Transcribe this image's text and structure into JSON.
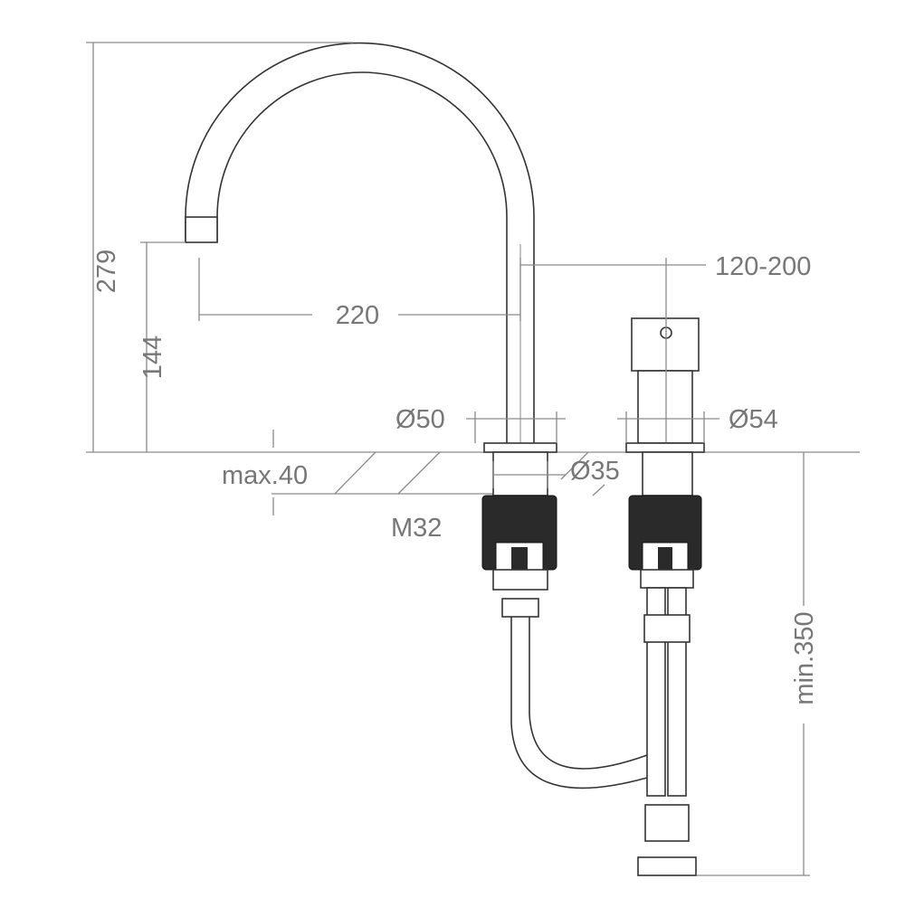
{
  "dimensions": {
    "total_height": "279",
    "spout_height": "144",
    "spout_reach": "220",
    "handle_distance": "120-200",
    "spout_base_diameter": "Ø50",
    "handle_base_diameter": "Ø54",
    "max_counter_thickness": "max.40",
    "hole_diameter": "Ø35",
    "thread": "M32",
    "min_hose_length": "min.350"
  }
}
